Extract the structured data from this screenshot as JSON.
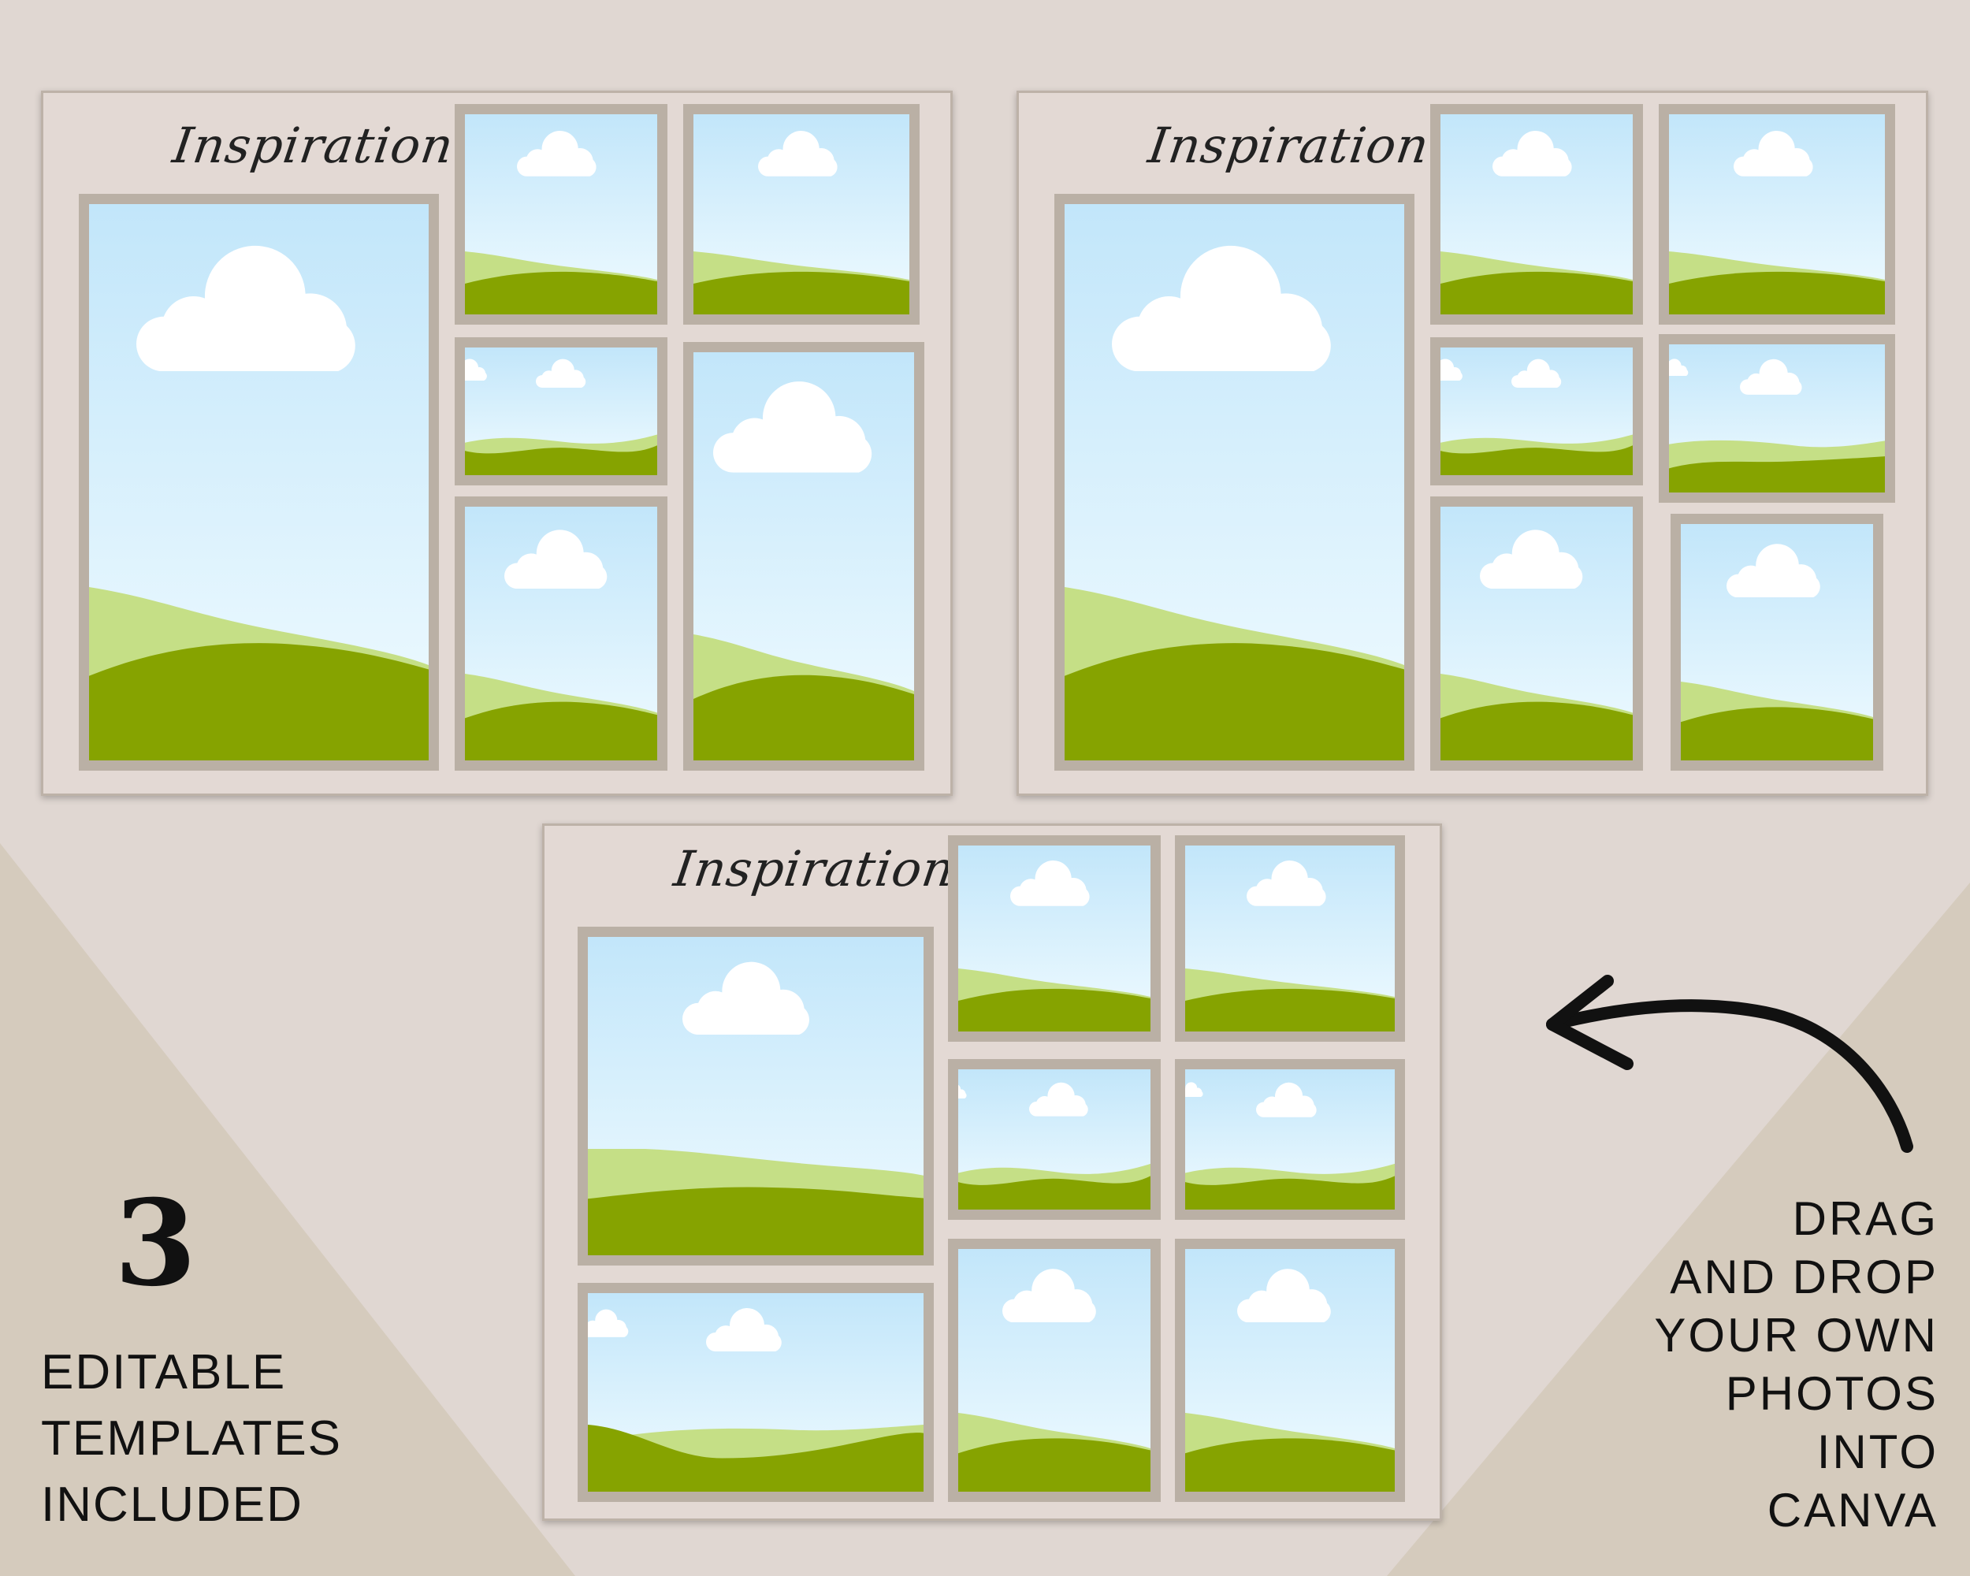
{
  "colors": {
    "background": "#e0d7d2",
    "triangle": "#d5cbbd",
    "board": "#e3d9d4",
    "frame": "#bab0a5",
    "sky_top": "#c2e6fa",
    "sky_bottom": "#f0fbff",
    "hill_light": "#c5df86",
    "hill_dark": "#86a300",
    "cloud": "#ffffff"
  },
  "templates": [
    {
      "title": "Inspiration"
    },
    {
      "title": "Inspiration"
    },
    {
      "title": "Inspiration"
    }
  ],
  "count_label": "3",
  "left_text": {
    "line1": "EDITABLE",
    "line2": "TEMPLATES",
    "line3": "INCLUDED"
  },
  "right_text": {
    "line1": "DRAG",
    "line2": "AND DROP",
    "line3": "YOUR OWN",
    "line4": "PHOTOS",
    "line5": "INTO",
    "line6": "CANVA"
  },
  "icons": {
    "arrow": "curved-arrow-icon",
    "cloud": "cloud-icon",
    "hills": "hills-icon"
  }
}
